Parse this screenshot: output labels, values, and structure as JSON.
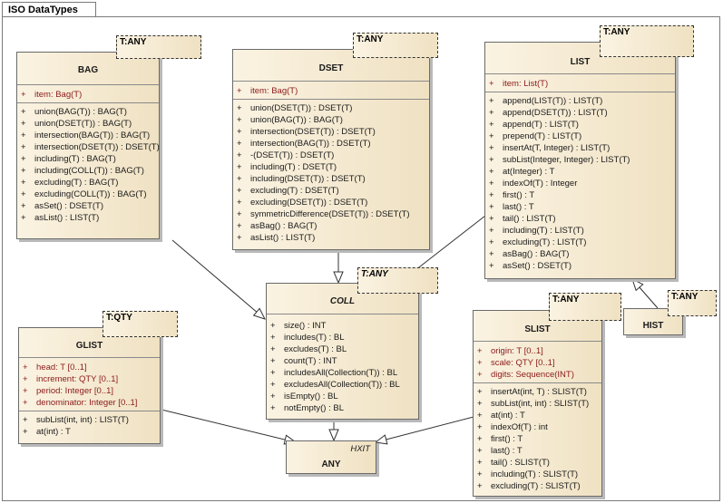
{
  "package": {
    "title": "ISO DataTypes"
  },
  "classes": {
    "bag": {
      "name": "BAG",
      "template": "T:ANY",
      "attributes": [
        {
          "vis": "+",
          "text": "item:  Bag(T)"
        }
      ],
      "operations": [
        {
          "vis": "+",
          "text": "union(BAG(T)) : BAG(T)"
        },
        {
          "vis": "+",
          "text": "union(DSET(T)) : BAG(T)"
        },
        {
          "vis": "+",
          "text": "intersection(BAG(T)) : BAG(T)"
        },
        {
          "vis": "+",
          "text": "intersection(DSET(T)) : DSET(T)"
        },
        {
          "vis": "+",
          "text": "including(T) : BAG(T)"
        },
        {
          "vis": "+",
          "text": "including(COLL(T)) : BAG(T)"
        },
        {
          "vis": "+",
          "text": "excluding(T) : BAG(T)"
        },
        {
          "vis": "+",
          "text": "excluding(COLL(T)) : BAG(T)"
        },
        {
          "vis": "+",
          "text": "asSet() : DSET(T)"
        },
        {
          "vis": "+",
          "text": "asList() : LIST(T)"
        }
      ]
    },
    "dset": {
      "name": "DSET",
      "template": "T:ANY",
      "attributes": [
        {
          "vis": "+",
          "text": "item:  Bag(T)"
        }
      ],
      "operations": [
        {
          "vis": "+",
          "text": "union(DSET(T)) : DSET(T)"
        },
        {
          "vis": "+",
          "text": "union(BAG(T)) : BAG(T)"
        },
        {
          "vis": "+",
          "text": "intersection(DSET(T)) : DSET(T)"
        },
        {
          "vis": "+",
          "text": "intersection(BAG(T)) : DSET(T)"
        },
        {
          "vis": "+",
          "text": "-(DSET(T)) : DSET(T)"
        },
        {
          "vis": "+",
          "text": "including(T) : DSET(T)"
        },
        {
          "vis": "+",
          "text": "including(DSET(T)) : DSET(T)"
        },
        {
          "vis": "+",
          "text": "excluding(T) : DSET(T)"
        },
        {
          "vis": "+",
          "text": "excluding(DSET(T)) : DSET(T)"
        },
        {
          "vis": "+",
          "text": "symmetricDifference(DSET(T)) : DSET(T)"
        },
        {
          "vis": "+",
          "text": "asBag() : BAG(T)"
        },
        {
          "vis": "+",
          "text": "asList() : LIST(T)"
        }
      ]
    },
    "list": {
      "name": "LIST",
      "template": "T:ANY",
      "attributes": [
        {
          "vis": "+",
          "text": "item:  List(T)"
        }
      ],
      "operations": [
        {
          "vis": "+",
          "text": "append(LIST(T)) : LIST(T)"
        },
        {
          "vis": "+",
          "text": "append(DSET(T)) : LIST(T)"
        },
        {
          "vis": "+",
          "text": "append(T) : LIST(T)"
        },
        {
          "vis": "+",
          "text": "prepend(T) : LIST(T)"
        },
        {
          "vis": "+",
          "text": "insertAt(T, Integer) : LIST(T)"
        },
        {
          "vis": "+",
          "text": "subList(Integer, Integer) : LIST(T)"
        },
        {
          "vis": "+",
          "text": "at(Integer) : T"
        },
        {
          "vis": "+",
          "text": "indexOf(T) : Integer"
        },
        {
          "vis": "+",
          "text": "first() : T"
        },
        {
          "vis": "+",
          "text": "last() : T"
        },
        {
          "vis": "+",
          "text": "tail() : LIST(T)"
        },
        {
          "vis": "+",
          "text": "including(T) : LIST(T)"
        },
        {
          "vis": "+",
          "text": "excluding(T) : LIST(T)"
        },
        {
          "vis": "+",
          "text": "asBag() : BAG(T)"
        },
        {
          "vis": "+",
          "text": "asSet() : DSET(T)"
        }
      ]
    },
    "coll": {
      "name": "COLL",
      "template": "T:ANY",
      "operations": [
        {
          "vis": "+",
          "text": "size() : INT"
        },
        {
          "vis": "+",
          "text": "includes(T) : BL"
        },
        {
          "vis": "+",
          "text": "excludes(T) : BL"
        },
        {
          "vis": "+",
          "text": "count(T) : INT"
        },
        {
          "vis": "+",
          "text": "includesAll(Collection(T)) : BL"
        },
        {
          "vis": "+",
          "text": "excludesAll(Collection(T)) : BL"
        },
        {
          "vis": "+",
          "text": "isEmpty() : BL"
        },
        {
          "vis": "+",
          "text": "notEmpty() : BL"
        }
      ]
    },
    "glist": {
      "name": "GLIST",
      "template": "T:QTY",
      "attributes": [
        {
          "vis": "+",
          "text": "head:  T [0..1]"
        },
        {
          "vis": "+",
          "text": "increment:  QTY [0..1]"
        },
        {
          "vis": "+",
          "text": "period:  Integer [0..1]"
        },
        {
          "vis": "+",
          "text": "denominator:  Integer [0..1]"
        }
      ],
      "operations": [
        {
          "vis": "+",
          "text": "subList(int, int) : LIST(T)"
        },
        {
          "vis": "+",
          "text": "at(int) : T"
        }
      ]
    },
    "slist": {
      "name": "SLIST",
      "template": "T:ANY",
      "attributes": [
        {
          "vis": "+",
          "text": "origin:  T [0..1]"
        },
        {
          "vis": "+",
          "text": "scale:  QTY [0..1]"
        },
        {
          "vis": "+",
          "text": "digits:  Sequence(INT)"
        }
      ],
      "operations": [
        {
          "vis": "+",
          "text": "insertAt(int, T) : SLIST(T)"
        },
        {
          "vis": "+",
          "text": "subList(int, int) : SLIST(T)"
        },
        {
          "vis": "+",
          "text": "at(int) : T"
        },
        {
          "vis": "+",
          "text": "indexOf(T) : int"
        },
        {
          "vis": "+",
          "text": "first() : T"
        },
        {
          "vis": "+",
          "text": "last() : T"
        },
        {
          "vis": "+",
          "text": "tail() : SLIST(T)"
        },
        {
          "vis": "+",
          "text": "including(T) : SLIST(T)"
        },
        {
          "vis": "+",
          "text": "excluding(T) : SLIST(T)"
        }
      ]
    },
    "hist": {
      "name": "HIST",
      "template": "T:ANY"
    },
    "any": {
      "name": "ANY",
      "stereotype": "HXIT"
    }
  },
  "colors": {
    "class_fill": "#f4e8cf",
    "attribute_text": "#8b1a1a",
    "border": "#6a6a6a"
  }
}
